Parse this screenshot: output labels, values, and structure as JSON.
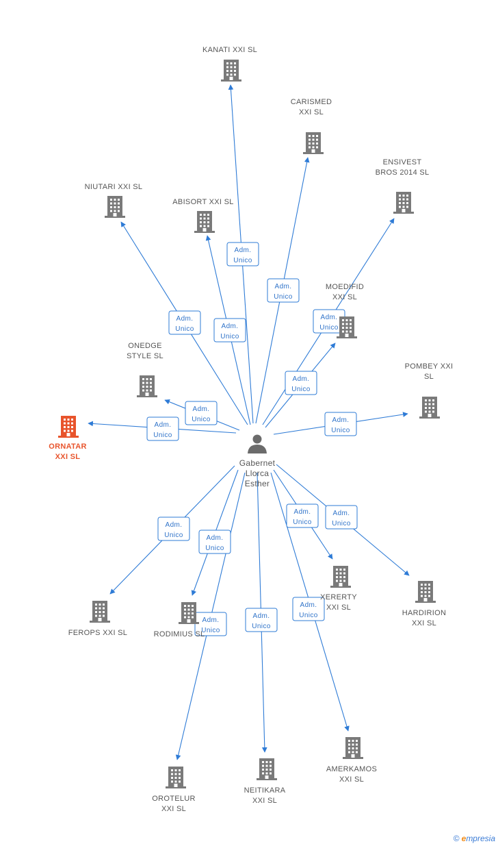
{
  "center": {
    "label_lines": [
      "Gabernet",
      "Llorca",
      "Esther"
    ],
    "icon": "person-icon"
  },
  "role_label_lines": [
    "Adm.",
    "Unico"
  ],
  "colors": {
    "edge": "#2e7bd6",
    "building": "#7a7a7a",
    "highlight": "#e8542c"
  },
  "companies": [
    {
      "id": "kanati",
      "label_lines": [
        "KANATI XXI  SL"
      ]
    },
    {
      "id": "carismed",
      "label_lines": [
        "CARISMED",
        "XXI  SL"
      ]
    },
    {
      "id": "ensivest",
      "label_lines": [
        "ENSIVEST",
        "BROS 2014  SL"
      ]
    },
    {
      "id": "niutari",
      "label_lines": [
        "NIUTARI XXI  SL"
      ]
    },
    {
      "id": "abisort",
      "label_lines": [
        "ABISORT XXI SL"
      ]
    },
    {
      "id": "moedifid",
      "label_lines": [
        "MOEDIFID",
        "XXI  SL"
      ]
    },
    {
      "id": "onedge",
      "label_lines": [
        "ONEDGE",
        "STYLE  SL"
      ]
    },
    {
      "id": "pombey",
      "label_lines": [
        "POMBEY XXI",
        "SL"
      ]
    },
    {
      "id": "ornatar",
      "label_lines": [
        "ORNATAR",
        "XXI  SL"
      ],
      "highlight": true
    },
    {
      "id": "ferops",
      "label_lines": [
        "FEROPS XXI  SL"
      ]
    },
    {
      "id": "rodimius",
      "label_lines": [
        "RODIMIUS  SL"
      ]
    },
    {
      "id": "xererty",
      "label_lines": [
        "XERERTY",
        "XXI  SL"
      ]
    },
    {
      "id": "hardirion",
      "label_lines": [
        "HARDIRION",
        "XXI  SL"
      ]
    },
    {
      "id": "orotelur",
      "label_lines": [
        "OROTELUR",
        "XXI  SL"
      ]
    },
    {
      "id": "neitikara",
      "label_lines": [
        "NEITIKARA",
        "XXI  SL"
      ]
    },
    {
      "id": "amerkamos",
      "label_lines": [
        "AMERKAMOS",
        "XXI  SL"
      ]
    }
  ],
  "relations": [
    {
      "to": "kanati",
      "role": "Adm. Unico"
    },
    {
      "to": "carismed",
      "role": "Adm. Unico"
    },
    {
      "to": "ensivest",
      "role": "Adm. Unico"
    },
    {
      "to": "niutari",
      "role": "Adm. Unico"
    },
    {
      "to": "abisort",
      "role": "Adm. Unico"
    },
    {
      "to": "moedifid",
      "role": "Adm. Unico"
    },
    {
      "to": "onedge",
      "role": "Adm. Unico"
    },
    {
      "to": "pombey",
      "role": "Adm. Unico"
    },
    {
      "to": "ornatar",
      "role": "Adm. Unico"
    },
    {
      "to": "ferops",
      "role": "Adm. Unico"
    },
    {
      "to": "rodimius",
      "role": "Adm. Unico"
    },
    {
      "to": "xererty",
      "role": "Adm. Unico"
    },
    {
      "to": "hardirion",
      "role": "Adm. Unico"
    },
    {
      "to": "orotelur",
      "role": "Adm. Unico"
    },
    {
      "to": "neitikara",
      "role": "Adm. Unico"
    },
    {
      "to": "amerkamos",
      "role": "Adm. Unico"
    }
  ],
  "footer": {
    "copyright_symbol": "©",
    "brand_initial": "e",
    "brand_rest": "mpresia"
  }
}
